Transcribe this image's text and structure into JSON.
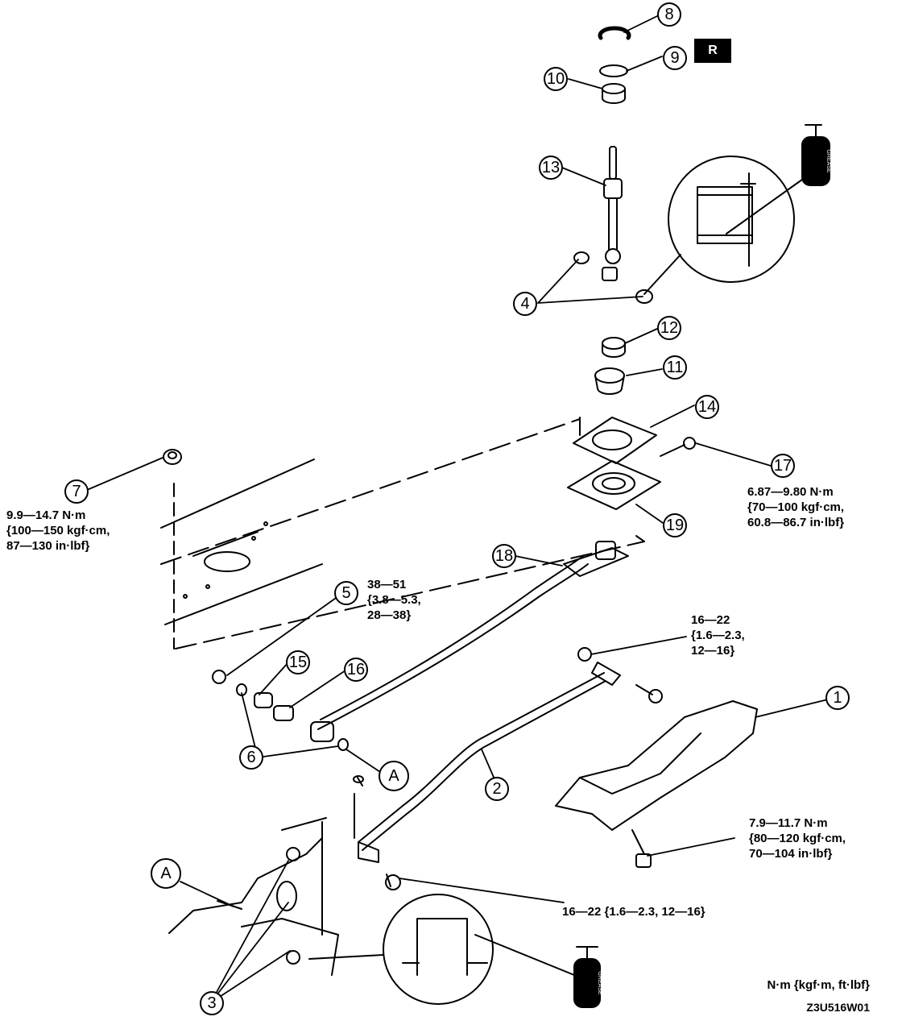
{
  "badge": "R",
  "callouts": [
    "1",
    "2",
    "3",
    "4",
    "5",
    "6",
    "7",
    "8",
    "9",
    "10",
    "11",
    "12",
    "13",
    "14",
    "15",
    "16",
    "17",
    "18",
    "19"
  ],
  "ref_label": "A",
  "grease_label": "GREASE",
  "torques": {
    "t7": [
      "9.9—14.7 N·m",
      "{100—150 kgf·cm,",
      "87—130 in·lbf}"
    ],
    "t5": [
      "38—51",
      "{3.8—5.3,",
      "28—38}"
    ],
    "t17": [
      "6.87—9.80 N·m",
      "{70—100 kgf·cm,",
      "60.8—86.7 in·lbf}"
    ],
    "t16a": [
      "16—22",
      "{1.6—2.3,",
      "12—16}"
    ],
    "t1": [
      "7.9—11.7 N·m",
      "{80—120 kgf·cm,",
      "70—104 in·lbf}"
    ],
    "t16b": [
      "16—22 {1.6—2.3, 12—16}"
    ]
  },
  "units": "N·m {kgf·m, ft·lbf}",
  "figure_code": "Z3U516W01"
}
